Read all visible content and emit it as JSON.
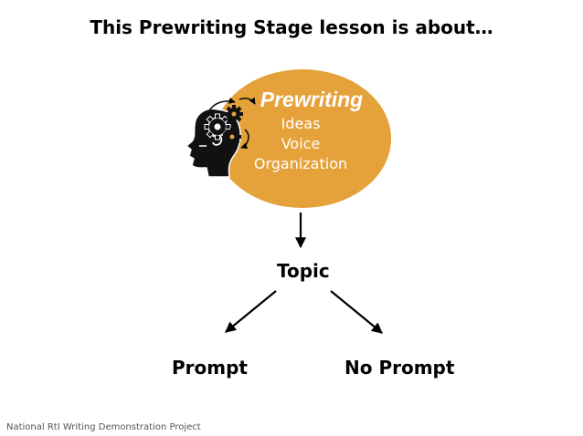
{
  "slide": {
    "title": "This Prewriting Stage lesson is about…",
    "footer": "National RtI Writing Demonstration Project"
  },
  "stage": {
    "title": "Prewriting",
    "traits": [
      "Ideas",
      "Voice",
      "Organization"
    ],
    "fill_color": "#e5a13a",
    "icon": "head-with-gears-icon"
  },
  "flow": {
    "topic": "Topic",
    "branches": [
      "Prompt",
      "No Prompt"
    ]
  }
}
